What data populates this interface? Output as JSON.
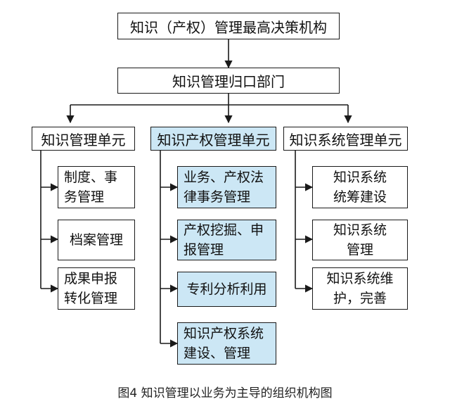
{
  "top": {
    "label": "知识（产权）管理最高决策机构"
  },
  "dept": {
    "label": "知识管理归口部门"
  },
  "units": [
    {
      "label": "知识管理单元",
      "highlight": false,
      "items": [
        {
          "label": "制度、事务管理"
        },
        {
          "label": "档案管理"
        },
        {
          "label": "成果申报转化管理"
        }
      ]
    },
    {
      "label": "知识产权管理单元",
      "highlight": true,
      "items": [
        {
          "label": "业务、产权法律事务管理"
        },
        {
          "label": "产权挖掘、申报管理"
        },
        {
          "label": "专利分析利用"
        },
        {
          "label": "知识产权系统建设、管理"
        }
      ]
    },
    {
      "label": "知识系统管理单元",
      "highlight": false,
      "items": [
        {
          "label": "知识系统统筹建设"
        },
        {
          "label": "知识系统管理"
        },
        {
          "label": "知识系统维护，完善"
        }
      ]
    }
  ],
  "caption": "图4 知识管理以业务为主导的组织机构图",
  "colors": {
    "highlight_fill": "#cce7f5",
    "line": "#1a1a1a"
  }
}
